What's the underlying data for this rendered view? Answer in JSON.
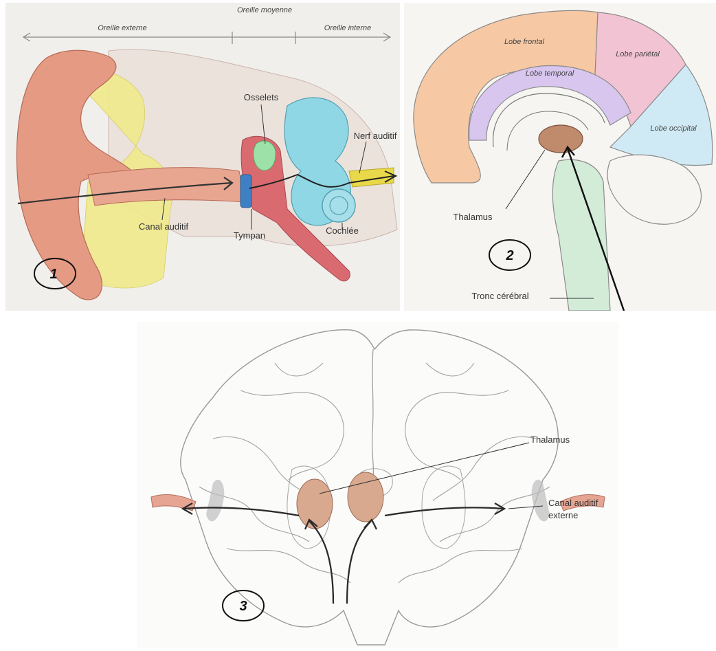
{
  "panel1": {
    "region_outer": "Oreille externe",
    "region_middle": "Oreille moyenne",
    "region_inner": "Oreille interne",
    "osselets": "Osselets",
    "nerf": "Nerf auditif",
    "canal": "Canal auditif",
    "tympan": "Tympan",
    "cochlee": "Cochlée",
    "number": "1"
  },
  "panel2": {
    "lobe_frontal": "Lobe frontal",
    "lobe_parietal": "Lobe pariétal",
    "lobe_temporal": "Lobe temporal",
    "lobe_occipital": "Lobe occipital",
    "thalamus": "Thalamus",
    "tronc": "Tronc cérébral",
    "number": "2"
  },
  "panel3": {
    "thalamus": "Thalamus",
    "canal_line1": "Canal auditif",
    "canal_line2": "externe",
    "number": "3"
  },
  "colors": {
    "skin": "#e59a84",
    "cartilage": "#f0ea8c",
    "ossicles": "#8fd7e4",
    "tympan": "#3f7fc4",
    "nerve": "#e8d84a",
    "frontal": "#f6c8a4",
    "parietal": "#f2c3d3",
    "temporal": "#d8c6ef",
    "occipital": "#cfeaf4",
    "thalamus": "#c08a6c",
    "brainstem": "#d3ecd8"
  }
}
